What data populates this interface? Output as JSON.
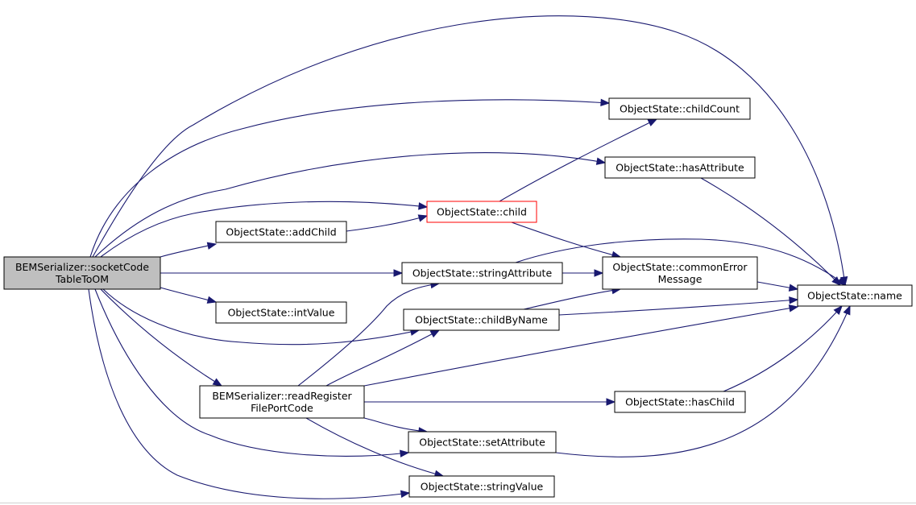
{
  "diagram": {
    "nodes": [
      {
        "id": "root",
        "lines": [
          "BEMSerializer::socketCode",
          "TableToOM"
        ],
        "style": "root"
      },
      {
        "id": "name",
        "lines": [
          "ObjectState::name"
        ],
        "style": "normal"
      },
      {
        "id": "childCount",
        "lines": [
          "ObjectState::childCount"
        ],
        "style": "normal"
      },
      {
        "id": "hasAttribute",
        "lines": [
          "ObjectState::hasAttribute"
        ],
        "style": "normal"
      },
      {
        "id": "child",
        "lines": [
          "ObjectState::child"
        ],
        "style": "red"
      },
      {
        "id": "addChild",
        "lines": [
          "ObjectState::addChild"
        ],
        "style": "normal"
      },
      {
        "id": "commonErrorMessage",
        "lines": [
          "ObjectState::commonError",
          "Message"
        ],
        "style": "normal"
      },
      {
        "id": "stringAttribute",
        "lines": [
          "ObjectState::stringAttribute"
        ],
        "style": "normal"
      },
      {
        "id": "intValue",
        "lines": [
          "ObjectState::intValue"
        ],
        "style": "normal"
      },
      {
        "id": "childByName",
        "lines": [
          "ObjectState::childByName"
        ],
        "style": "normal"
      },
      {
        "id": "readRegister",
        "lines": [
          "BEMSerializer::readRegister",
          "FilePortCode"
        ],
        "style": "normal"
      },
      {
        "id": "hasChild",
        "lines": [
          "ObjectState::hasChild"
        ],
        "style": "normal"
      },
      {
        "id": "setAttribute",
        "lines": [
          "ObjectState::setAttribute"
        ],
        "style": "normal"
      },
      {
        "id": "stringValue",
        "lines": [
          "ObjectState::stringValue"
        ],
        "style": "normal"
      }
    ],
    "edges": [
      {
        "from": "root",
        "to": "name"
      },
      {
        "from": "root",
        "to": "childCount"
      },
      {
        "from": "root",
        "to": "hasAttribute"
      },
      {
        "from": "root",
        "to": "child"
      },
      {
        "from": "root",
        "to": "addChild"
      },
      {
        "from": "root",
        "to": "stringAttribute"
      },
      {
        "from": "root",
        "to": "intValue"
      },
      {
        "from": "root",
        "to": "childByName"
      },
      {
        "from": "root",
        "to": "readRegister"
      },
      {
        "from": "root",
        "to": "setAttribute"
      },
      {
        "from": "root",
        "to": "stringValue"
      },
      {
        "from": "child",
        "to": "childCount"
      },
      {
        "from": "child",
        "to": "commonErrorMessage"
      },
      {
        "from": "addChild",
        "to": "child"
      },
      {
        "from": "hasAttribute",
        "to": "name"
      },
      {
        "from": "stringAttribute",
        "to": "commonErrorMessage"
      },
      {
        "from": "stringAttribute",
        "to": "name"
      },
      {
        "from": "commonErrorMessage",
        "to": "name"
      },
      {
        "from": "childByName",
        "to": "commonErrorMessage"
      },
      {
        "from": "childByName",
        "to": "name"
      },
      {
        "from": "readRegister",
        "to": "stringAttribute"
      },
      {
        "from": "readRegister",
        "to": "childByName"
      },
      {
        "from": "readRegister",
        "to": "name"
      },
      {
        "from": "readRegister",
        "to": "hasChild"
      },
      {
        "from": "readRegister",
        "to": "setAttribute"
      },
      {
        "from": "readRegister",
        "to": "stringValue"
      },
      {
        "from": "hasChild",
        "to": "name"
      },
      {
        "from": "setAttribute",
        "to": "name"
      }
    ],
    "colors": {
      "edge": "#191970",
      "root_fill": "#bfbfbf",
      "highlight_border": "#ff0000"
    }
  }
}
